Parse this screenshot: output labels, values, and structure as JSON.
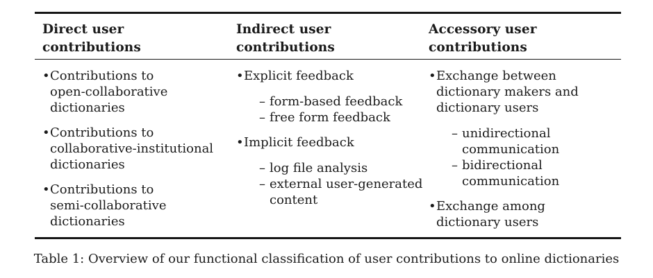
{
  "colors": {
    "background": "#ffffff",
    "text": "#1a1a1a",
    "rule": "#161616"
  },
  "markers": {
    "bullet": "•",
    "dash": "–"
  },
  "table": {
    "columns": [
      {
        "header": "Direct user\ncontributions",
        "items": [
          {
            "label": "Contributions to\nopen-collaborative\ndictionaries"
          },
          {
            "label": "Contributions to\ncollaborative-institutional\ndictionaries"
          },
          {
            "label": "Contributions to\nsemi-collaborative\ndictionaries"
          }
        ]
      },
      {
        "header": "Indirect user\ncontributions",
        "items": [
          {
            "label": "Explicit feedback",
            "subitems": [
              "form-based feedback",
              "free form feedback"
            ]
          },
          {
            "label": "Implicit feedback",
            "subitems": [
              "log file analysis",
              "external user-generated\ncontent"
            ]
          }
        ]
      },
      {
        "header": "Accessory user\ncontributions",
        "items": [
          {
            "label": "Exchange between\ndictionary makers and\ndictionary users",
            "subitems": [
              "unidirectional\ncommunication",
              "bidirectional\ncommunication"
            ]
          },
          {
            "label": "Exchange among\ndictionary users"
          }
        ]
      }
    ]
  },
  "caption": "Table 1: Overview of our functional classification of user contributions to online dictionaries"
}
